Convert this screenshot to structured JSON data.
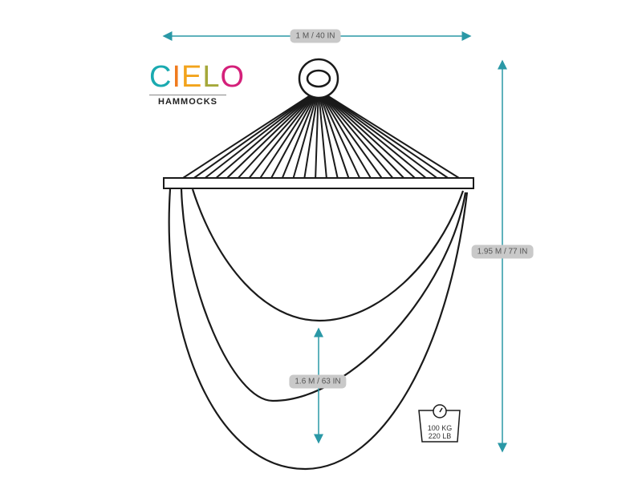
{
  "logo": {
    "letters": [
      "C",
      "I",
      "E",
      "L",
      "O"
    ],
    "letter_colors": [
      "#1aaab0",
      "#f07b1e",
      "#f2a31b",
      "#a5a83a",
      "#d4207a"
    ],
    "subtitle": "HAMMOCKS"
  },
  "dimensions": {
    "width": "1 M / 40 IN",
    "height": "1.95 M / 77 IN",
    "seat_height": "1.6 M / 63 IN"
  },
  "capacity": {
    "kg": "100 KG",
    "lb": "220 LB"
  },
  "colors": {
    "arrow": "#2a98a6",
    "line": "#1a1a1a",
    "label_bg": "#c9c9c9"
  }
}
